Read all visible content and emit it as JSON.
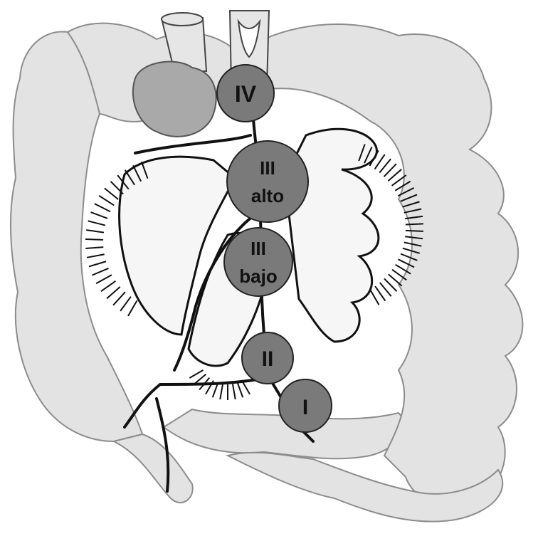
{
  "diagram": {
    "zones": [
      {
        "id": "IV",
        "lines": [
          "IV"
        ]
      },
      {
        "id": "III-alto",
        "lines": [
          "III",
          "alto"
        ]
      },
      {
        "id": "III-bajo",
        "lines": [
          "III",
          "bajo"
        ]
      },
      {
        "id": "II",
        "lines": [
          "II"
        ]
      },
      {
        "id": "I",
        "lines": [
          "I"
        ]
      }
    ],
    "colors": {
      "intestine_fill": "#e3e3e3",
      "intestine_stroke": "#8c8c8c",
      "mesentery_fill": "#f6f6f6",
      "vessel": "#111111",
      "zone_fill": "#7a7a7a",
      "zone_stroke": "#222222",
      "tumor_fill": "#a9a9a9"
    }
  }
}
